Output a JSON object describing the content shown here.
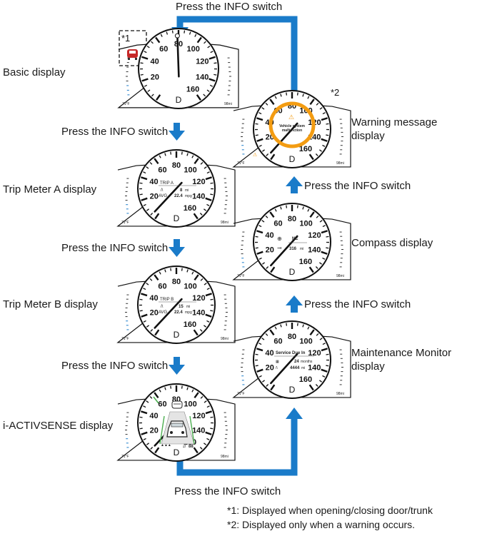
{
  "colors": {
    "flow": "#1a7bc9",
    "warning": "#f39c12",
    "ink": "#111111",
    "lane": "#4caf50"
  },
  "switch_label": "Press the INFO switch",
  "speed_ticks": [
    "20",
    "40",
    "60",
    "80",
    "100",
    "120",
    "140",
    "160"
  ],
  "gear": "D",
  "fuel_temp": "71",
  "odo": "98",
  "displays": {
    "basic": {
      "label": "Basic display",
      "marker": "*1"
    },
    "trip_a": {
      "label": "Trip Meter A display",
      "title": "TRIP A",
      "distance": "8",
      "distance_unit": "mi",
      "avg_label": "AVG",
      "avg_value": "22.4",
      "avg_unit": "mpg"
    },
    "trip_b": {
      "label": "Trip Meter B display",
      "title": "TRIP B",
      "distance": "15",
      "distance_unit": "mi",
      "avg_label": "AVG",
      "avg_value": "22.4",
      "avg_unit": "mpg"
    },
    "activsense": {
      "label": "i-ACTIVSENSE display",
      "speed": "88"
    },
    "maintenance": {
      "label_line1": "Maintenance Monitor",
      "label_line2": "display",
      "title": "Service Due In",
      "months": "24",
      "months_unit": "months",
      "miles": "4444",
      "miles_unit": "mi"
    },
    "compass": {
      "label": "Compass display",
      "heading": "NE",
      "range": "316",
      "range_unit": "mi"
    },
    "warning": {
      "label_line1": "Warning message",
      "label_line2": "display",
      "marker": "*2",
      "message_line1": "Vehicle system",
      "message_line2": "malfunction"
    }
  },
  "footnotes": [
    "*1: Displayed when opening/closing door/trunk",
    "*2: Displayed only when a warning occurs."
  ]
}
